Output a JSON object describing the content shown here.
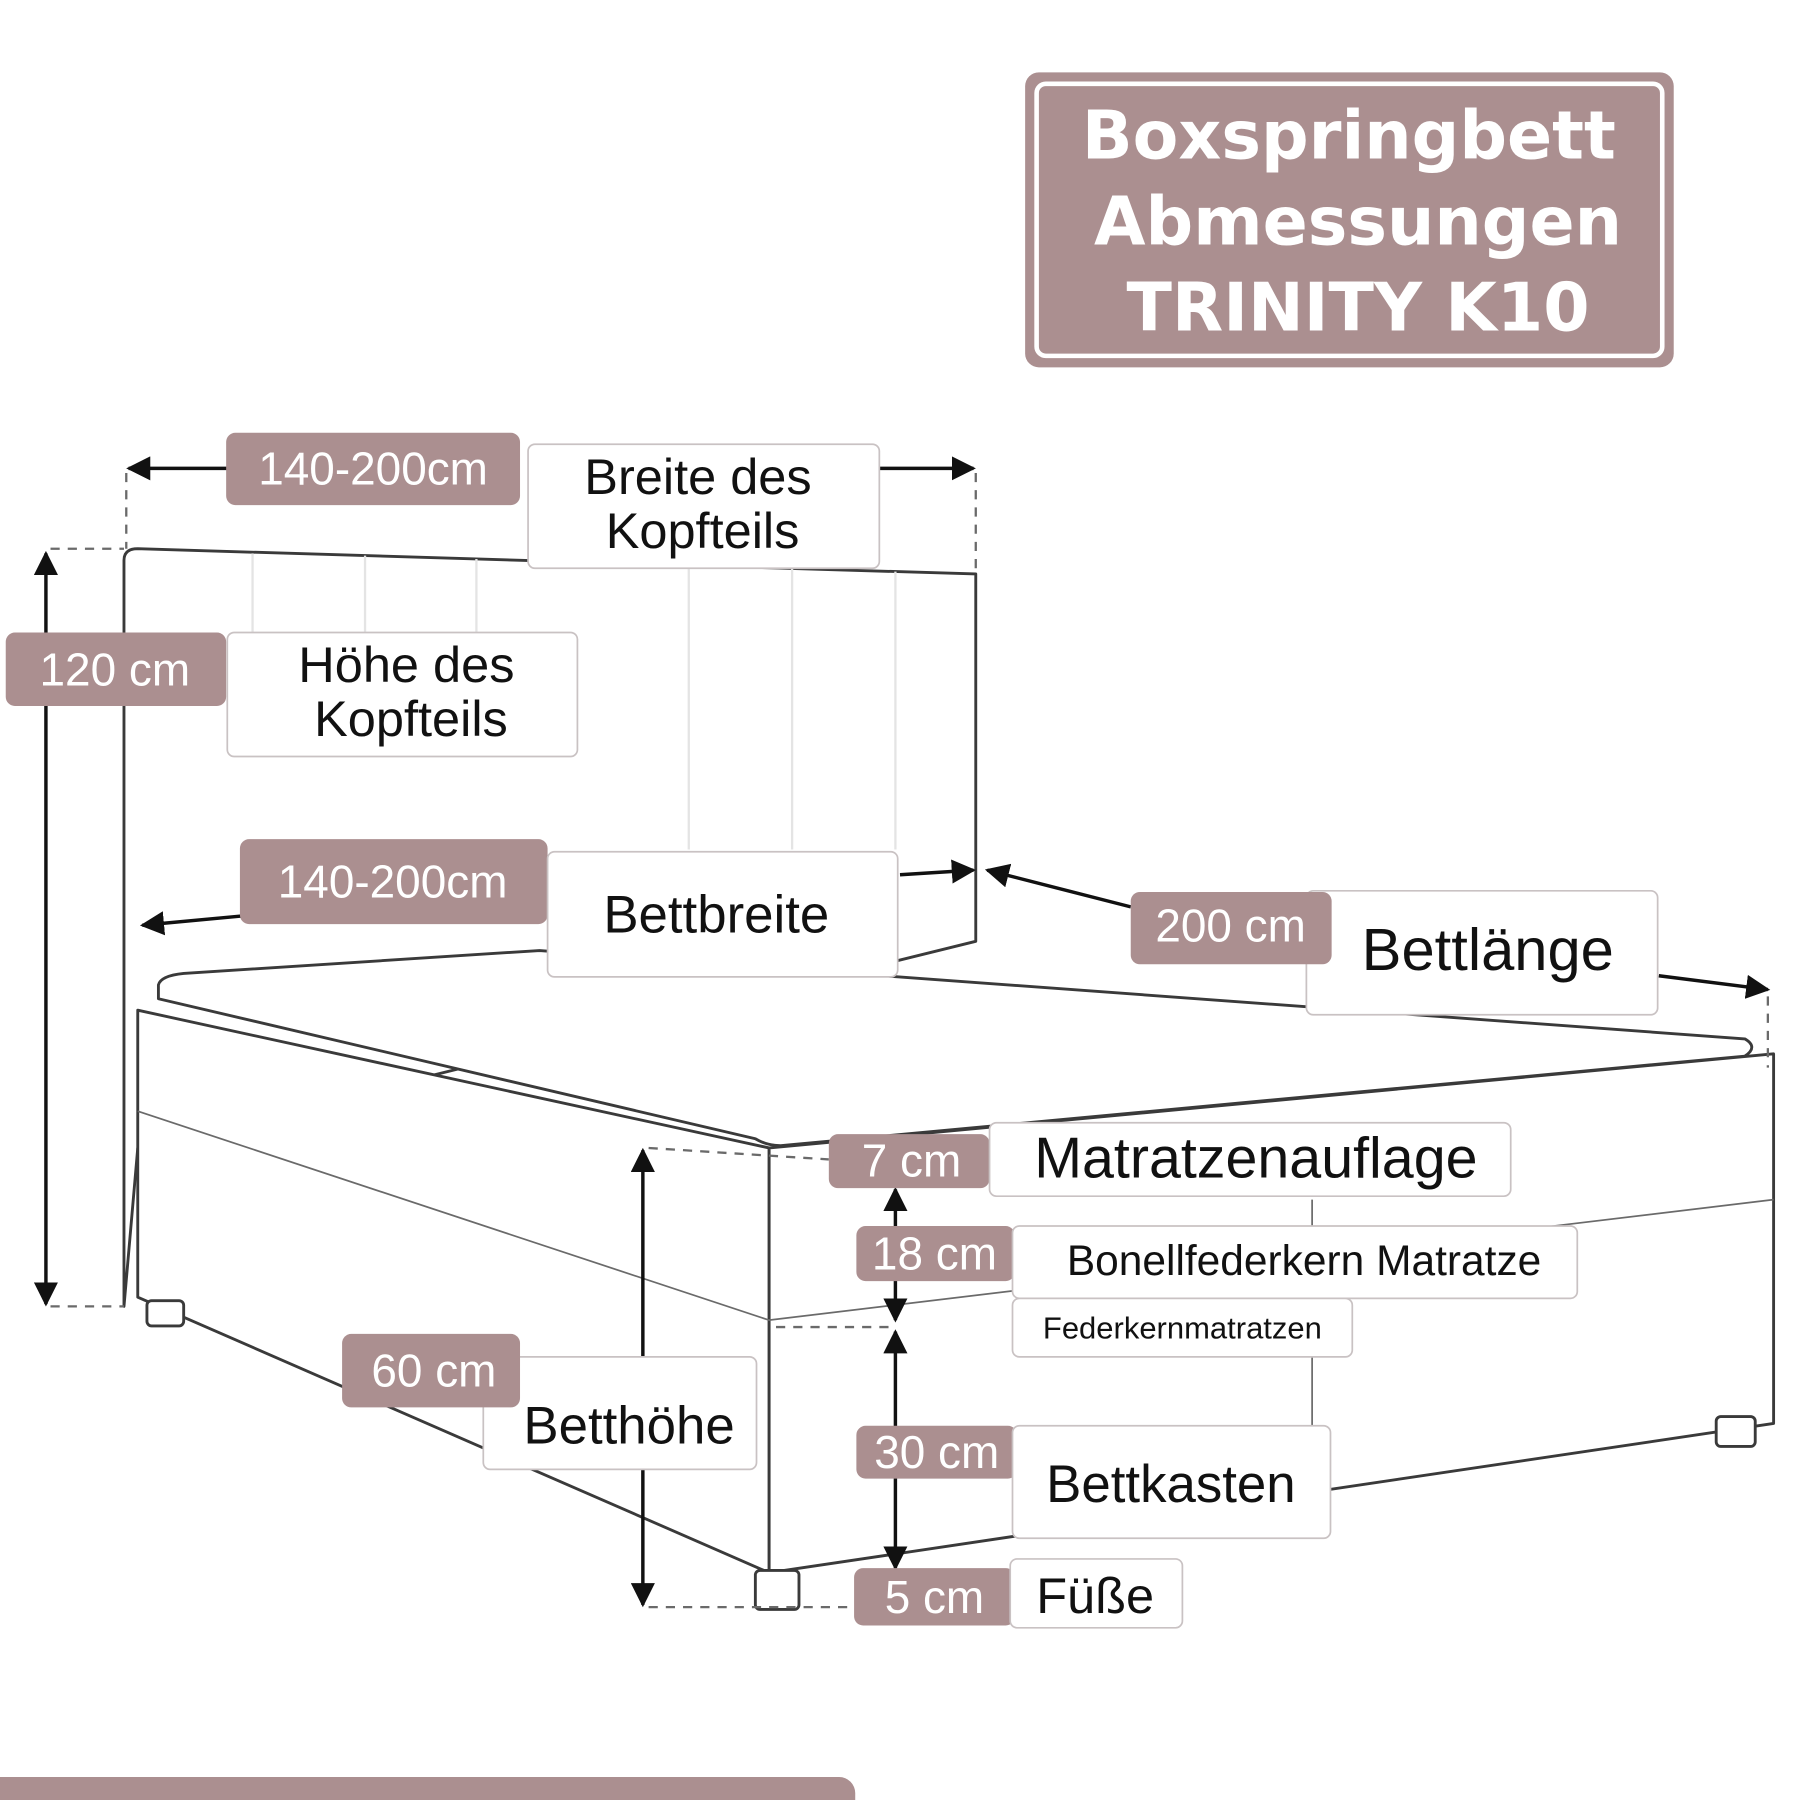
{
  "title": {
    "line1": "Boxspringbett",
    "line2": "Abmessungen",
    "line3": "TRINITY K10"
  },
  "colors": {
    "accent": "#ab8f90",
    "text": "#111111",
    "background": "#ffffff"
  },
  "dimensions": {
    "headboard_width": {
      "value": "140-200cm",
      "label_line1": "Breite des",
      "label_line2": "Kopfteils"
    },
    "headboard_height": {
      "value": "120 cm",
      "label_line1": "Höhe des",
      "label_line2": "Kopfteils"
    },
    "bed_width": {
      "value": "140-200cm",
      "label": "Bettbreite"
    },
    "bed_length": {
      "value": "200 cm",
      "label": "Bettlänge"
    },
    "topper": {
      "value": "7 cm",
      "label": "Matratzenauflage"
    },
    "mattress": {
      "value": "18 cm",
      "label": "Bonellfederkern Matratze",
      "sublabel": "Federkernmatratzen"
    },
    "bed_height": {
      "value": "60 cm",
      "label": "Betthöhe"
    },
    "box": {
      "value": "30 cm",
      "label": "Bettkasten"
    },
    "feet": {
      "value": "5 cm",
      "label": "Füße"
    }
  }
}
